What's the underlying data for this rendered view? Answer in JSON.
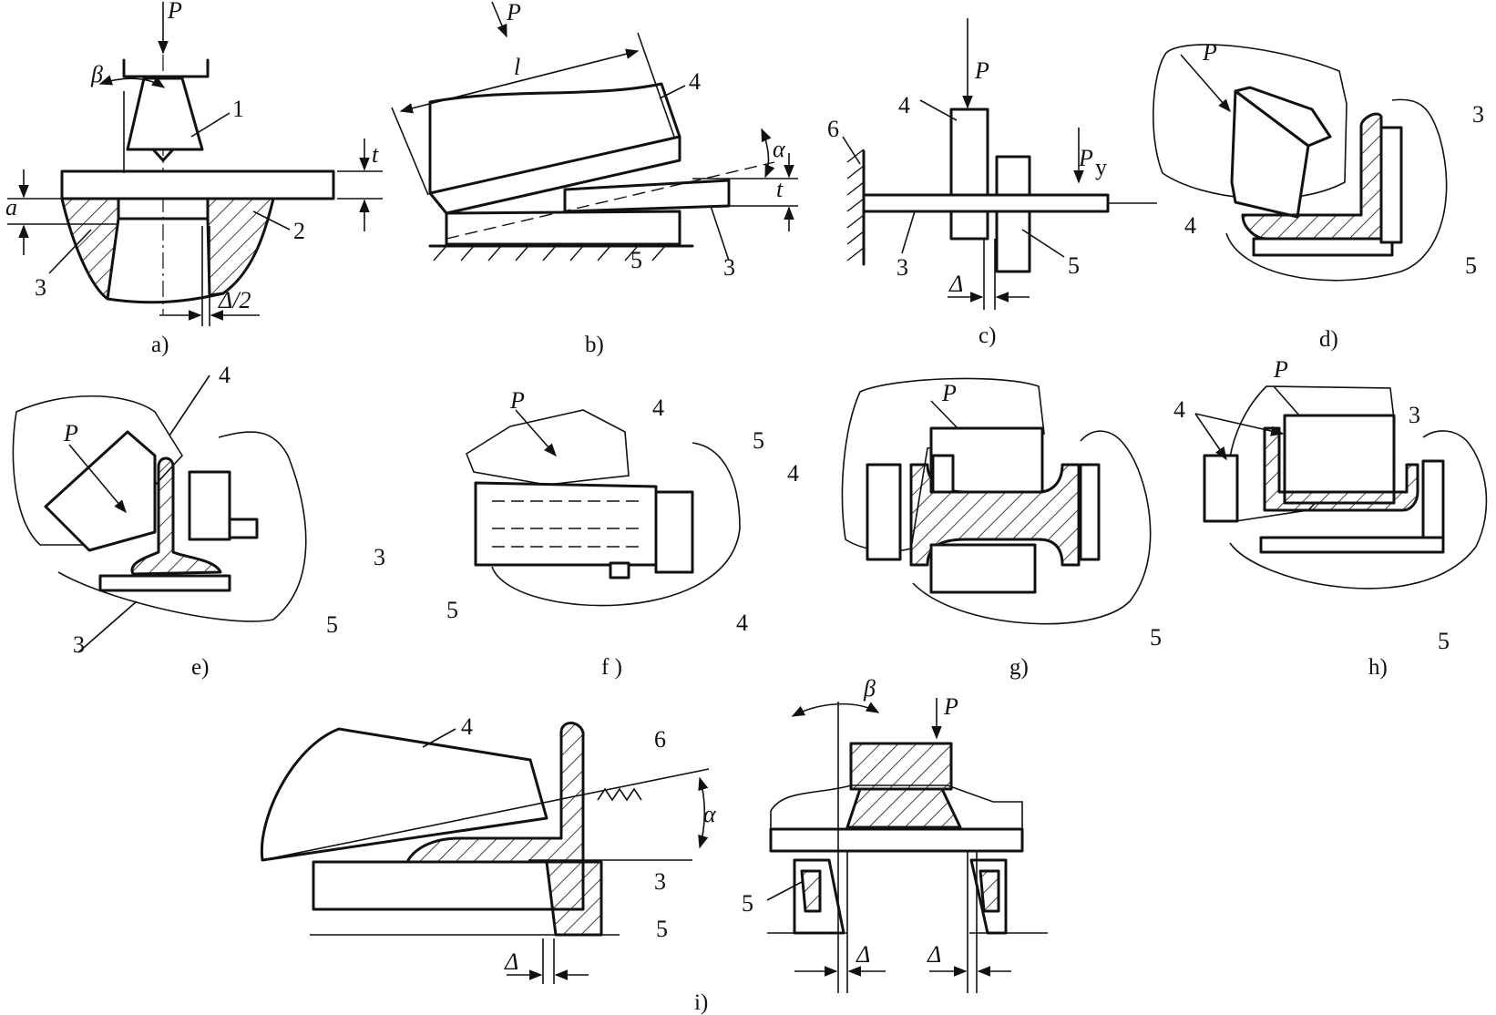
{
  "labels": {
    "P": "P",
    "Py": "P",
    "Py_sub": "y",
    "beta": "β",
    "alpha": "α",
    "t": "t",
    "a": "a",
    "l": "l",
    "delta": "Δ",
    "delta_half": "Δ/2",
    "n1": "1",
    "n2": "2",
    "n3": "3",
    "n4": "4",
    "n5": "5",
    "n6": "6"
  },
  "captions": {
    "a": "a)",
    "b": "b)",
    "c": "c)",
    "d": "d)",
    "e": "e)",
    "f": "f )",
    "g": "g)",
    "h": "h)",
    "i": "i)"
  }
}
